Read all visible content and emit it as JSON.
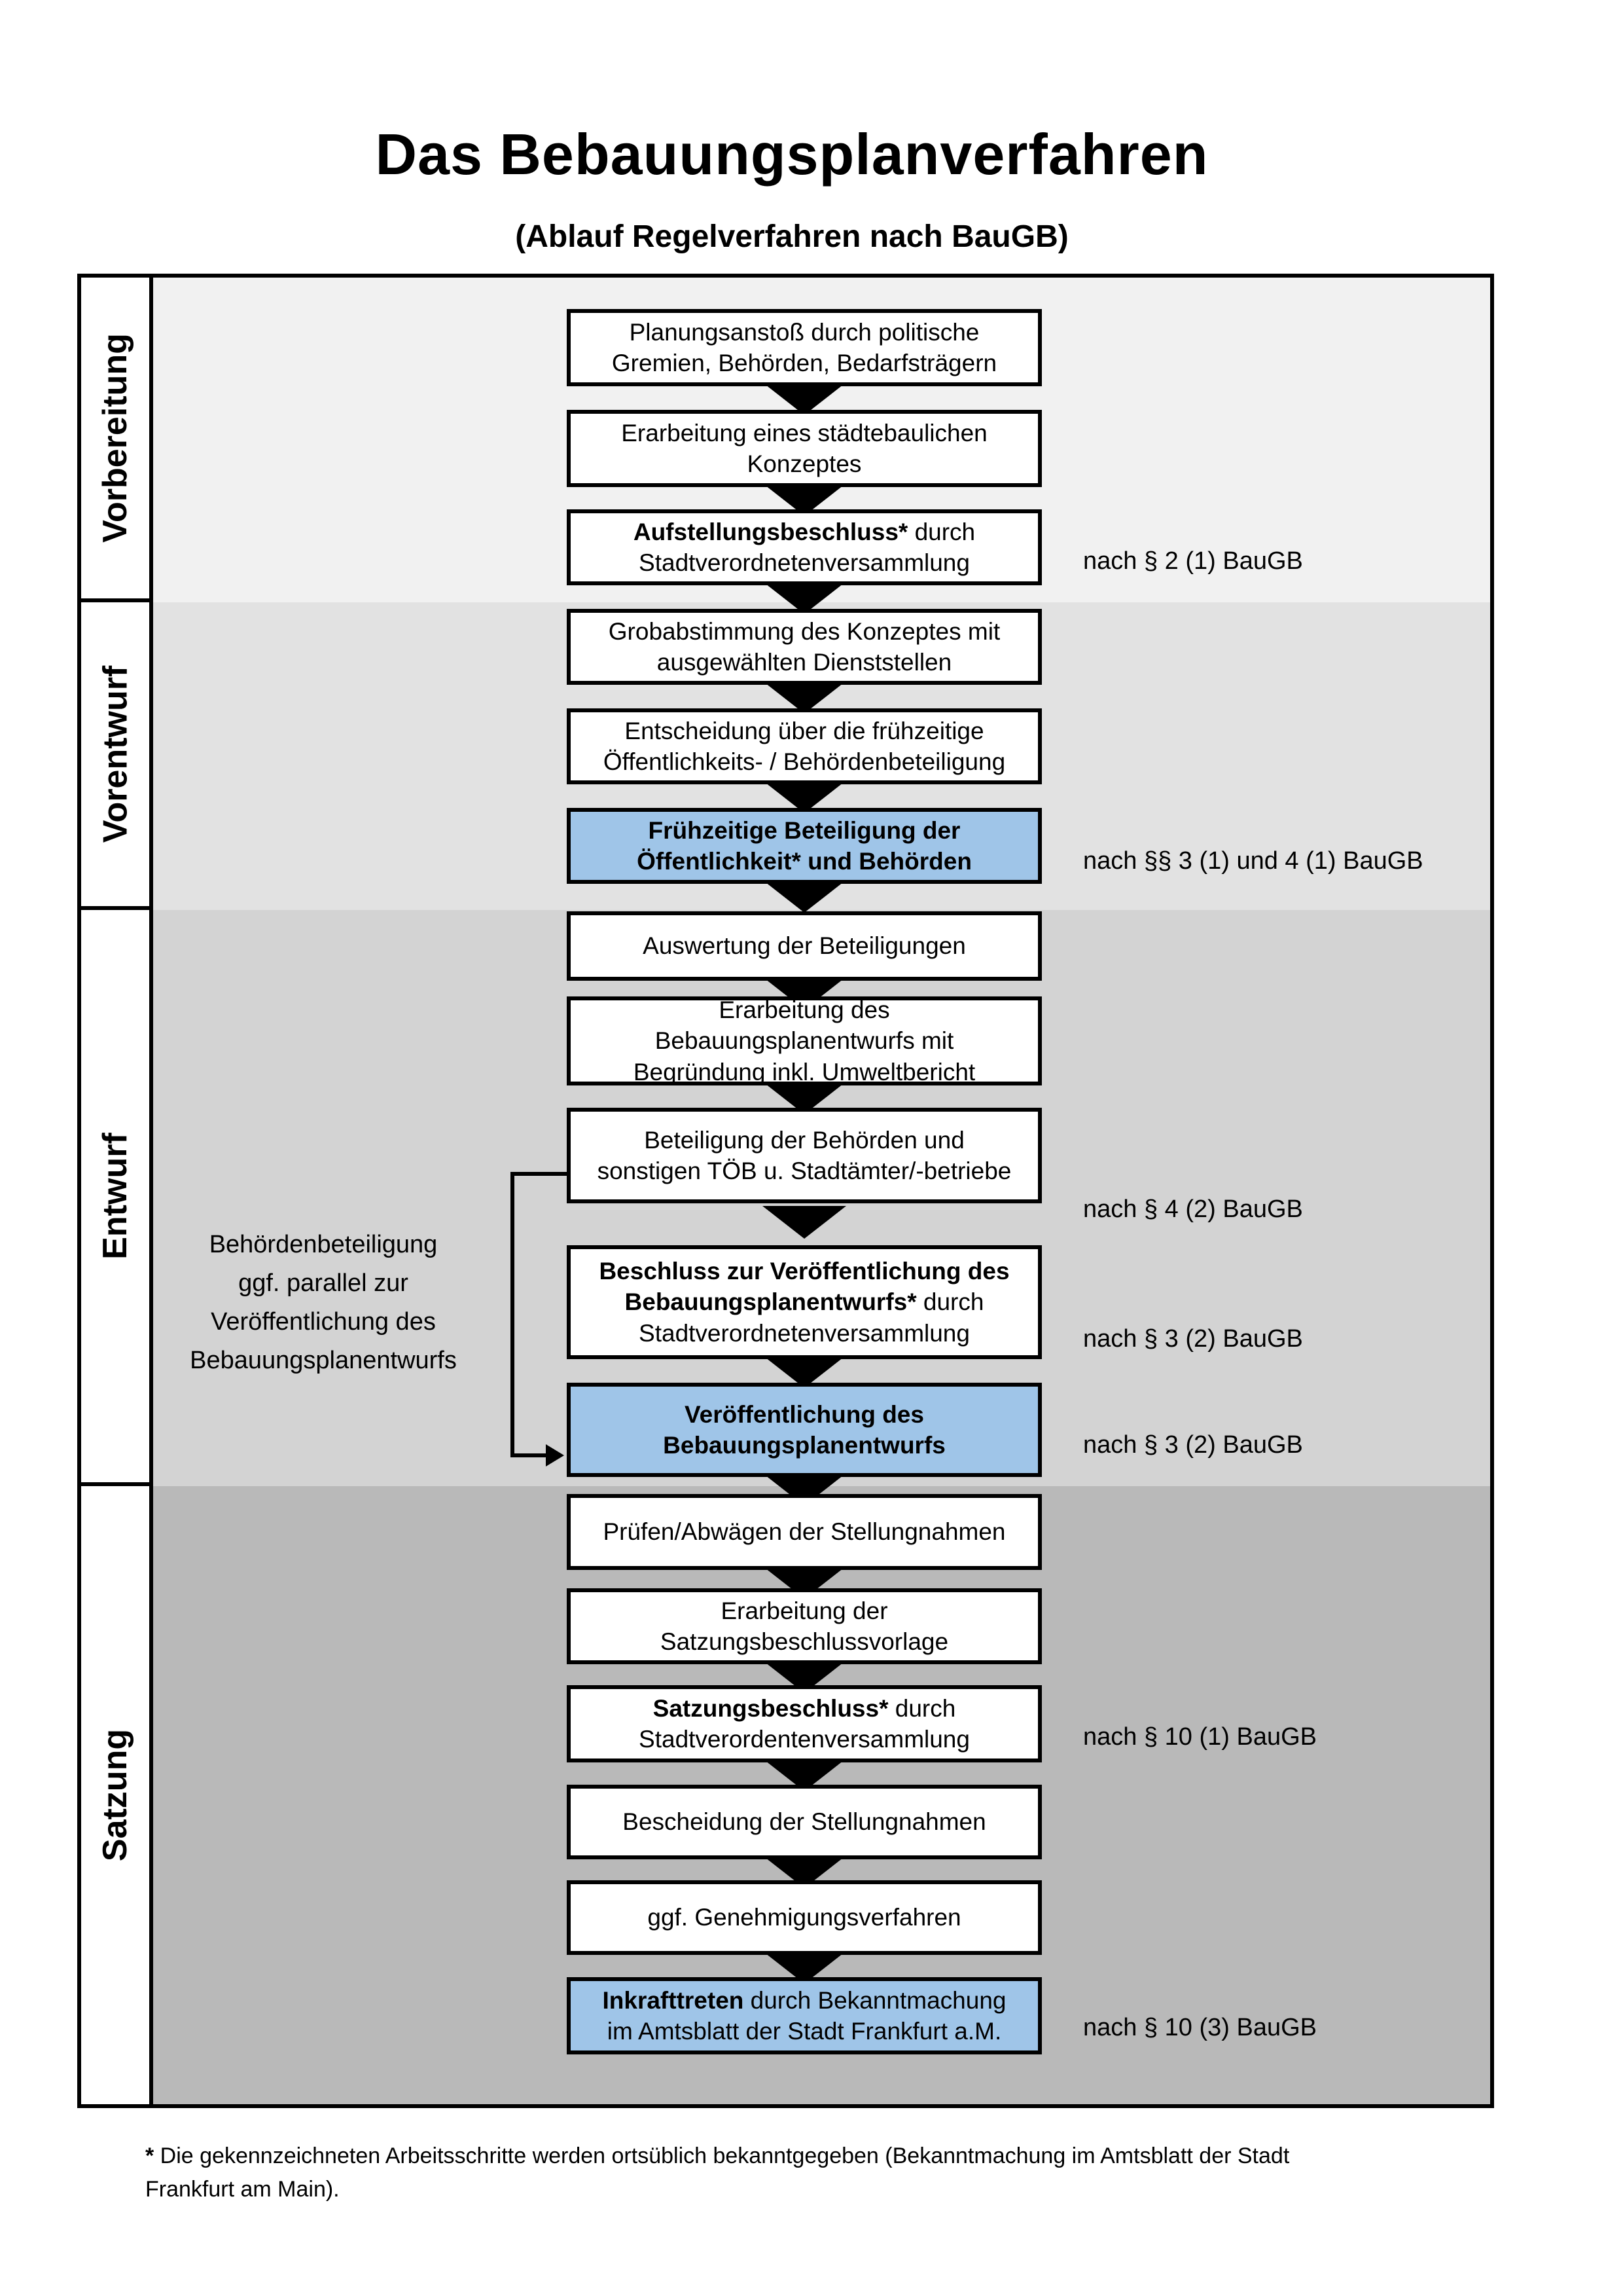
{
  "title": "Das Bebauungsplanverfahren",
  "subtitle": "(Ablauf Regelverfahren nach BauGB)",
  "colors": {
    "highlight": "#9fc5e8",
    "band_vorbereitung": "#f1f1f1",
    "band_vorentwurf": "#e2e2e2",
    "band_entwurf": "#d3d3d3",
    "band_satzung": "#b9b9b9",
    "border": "#000000"
  },
  "phases": [
    {
      "label": "Vorbereitung"
    },
    {
      "label": "Vorentwurf"
    },
    {
      "label": "Entwurf"
    },
    {
      "label": "Satzung"
    }
  ],
  "steps": [
    {
      "bold": "",
      "rest": "Planungsanstoß durch politische\nGremien, Behörden, Bedarfsträgern",
      "highlighted": false
    },
    {
      "bold": "",
      "rest": "Erarbeitung eines städtebaulichen\nKonzeptes",
      "highlighted": false
    },
    {
      "bold": "Aufstellungsbeschluss*",
      "rest": " durch\nStadtverordnetenversammlung",
      "highlighted": false
    },
    {
      "bold": "",
      "rest": "Grobabstimmung des Konzeptes mit\nausgewählten Dienststellen",
      "highlighted": false
    },
    {
      "bold": "",
      "rest": "Entscheidung über die frühzeitige\nÖffentlichkeits- / Behördenbeteiligung",
      "highlighted": false
    },
    {
      "bold": "Frühzeitige Beteiligung der\nÖffentlichkeit* und Behörden",
      "rest": "",
      "highlighted": true
    },
    {
      "bold": "",
      "rest": "Auswertung der Beteiligungen",
      "highlighted": false
    },
    {
      "bold": "",
      "rest": "Erarbeitung des\nBebauungsplanentwurfs mit\nBegründung inkl. Umweltbericht",
      "highlighted": false
    },
    {
      "bold": "",
      "rest": "Beteiligung der Behörden und\nsonstigen TÖB u. Stadtämter/-betriebe",
      "highlighted": false
    },
    {
      "bold": "Beschluss zur Veröffentlichung des\nBebauungsplanentwurfs*",
      "rest": " durch\nStadtverordnetenversammlung",
      "highlighted": false
    },
    {
      "bold": "Veröffentlichung des\nBebauungsplanentwurfs",
      "rest": "",
      "highlighted": true
    },
    {
      "bold": "",
      "rest": "Prüfen/Abwägen der Stellungnahmen",
      "highlighted": false
    },
    {
      "bold": "",
      "rest": "Erarbeitung der\nSatzungsbeschlussvorlage",
      "highlighted": false
    },
    {
      "bold": "Satzungsbeschluss*",
      "rest": " durch\nStadtverordentenversammlung",
      "highlighted": false
    },
    {
      "bold": "",
      "rest": "Bescheidung der Stellungnahmen",
      "highlighted": false
    },
    {
      "bold": "",
      "rest": "ggf. Genehmigungsverfahren",
      "highlighted": false
    },
    {
      "bold": "Inkrafttreten",
      "rest": " durch Bekanntmachung\nim Amtsblatt der Stadt Frankfurt a.M.",
      "highlighted": true
    }
  ],
  "legal_notes": [
    {
      "text": "nach § 2 (1) BauGB"
    },
    {
      "text": "nach §§ 3 (1) und 4 (1) BauGB"
    },
    {
      "text": "nach § 4 (2) BauGB"
    },
    {
      "text": "nach § 3 (2) BauGB"
    },
    {
      "text": "nach § 3 (2) BauGB"
    },
    {
      "text": "nach § 10 (1) BauGB"
    },
    {
      "text": "nach § 10 (3) BauGB"
    }
  ],
  "side_note": "Behördenbeteiligung\nggf. parallel zur\nVeröffentlichung des\nBebauungsplanentwurfs",
  "footnote": {
    "marker": "*",
    "text": " Die gekennzeichneten Arbeitsschritte werden ortsüblich bekanntgegeben (Bekanntmachung im Amtsblatt  der Stadt\nFrankfurt am Main)."
  }
}
